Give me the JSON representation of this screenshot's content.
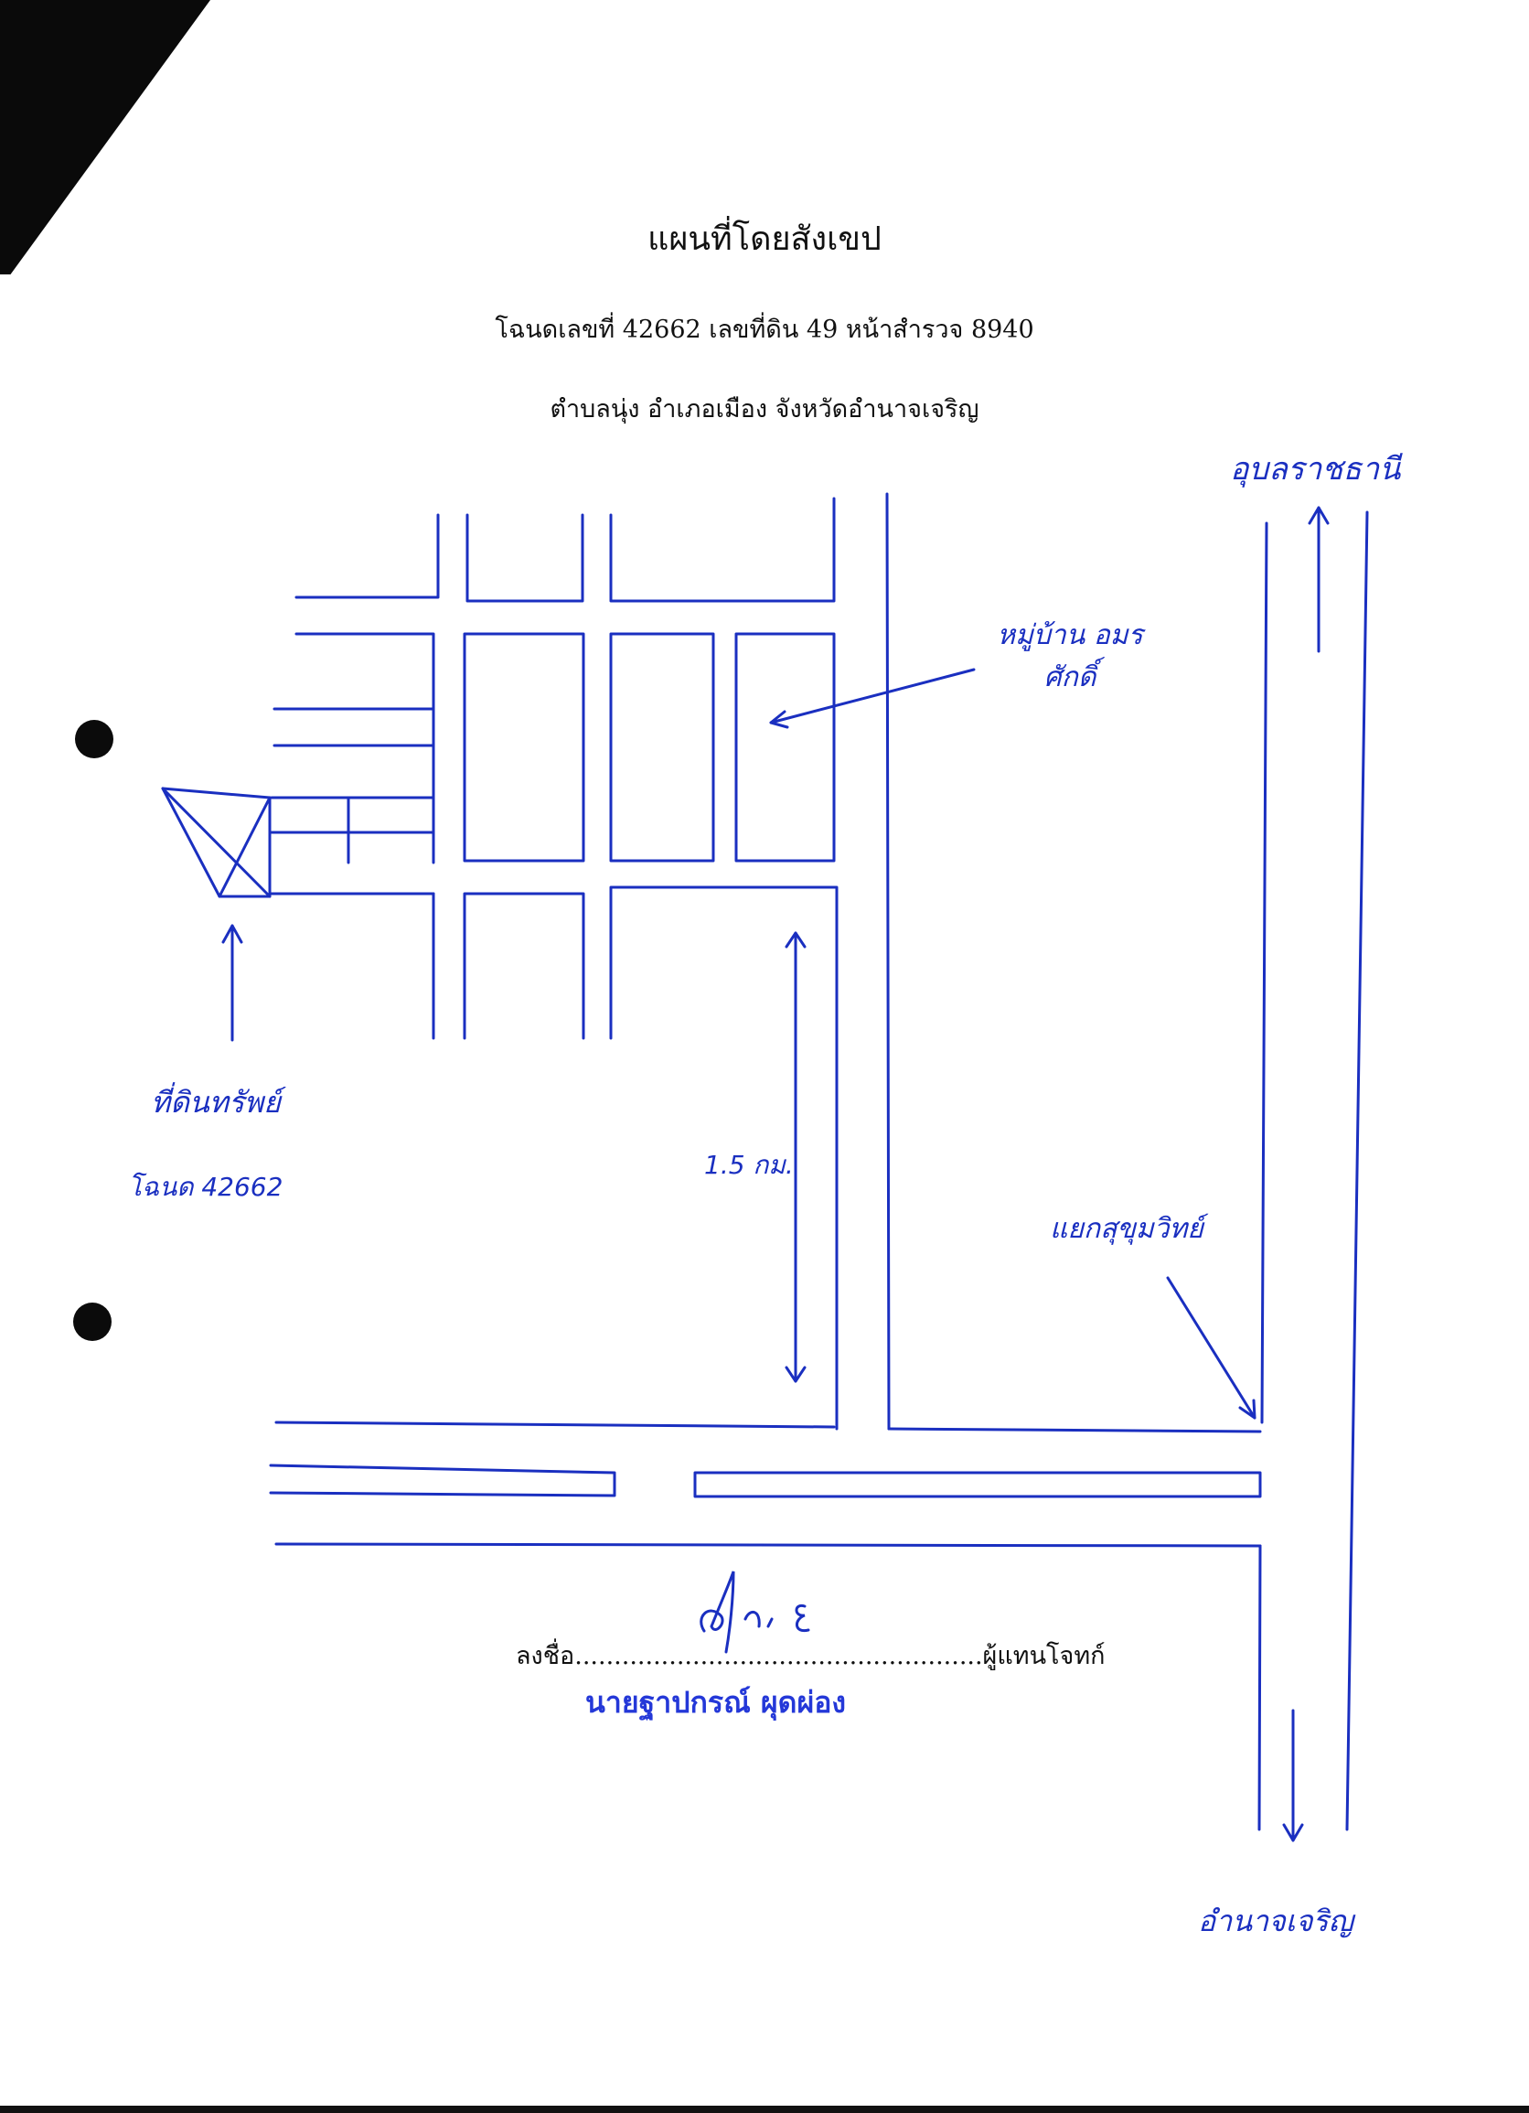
{
  "document": {
    "title": "แผนที่โดยสังเขป",
    "deed_line": "โฉนดเลขที่ 42662 เลขที่ดิน 49 หน้าสำรวจ 8940",
    "location_line": "ตำบลนุ่ง อำเภอเมือง จังหวัดอำนาจเจริญ"
  },
  "map_labels": {
    "north_destination": "อุบลราชธานี",
    "village": "หมู่บ้าน อมรศักดิ์",
    "property": "ที่ดินทรัพย์",
    "property_deed": "โฉนด 42662",
    "distance": "1.5 กม.",
    "junction": "แยกสุขุมวิทย์",
    "south_destination": "อำนาจเจริญ"
  },
  "signature_block": {
    "sign_line": "ลงชื่อ....................................................ผู้แทนโจทก์",
    "stamp_name": "นายฐาปกรณ์ ผุดผ่อง"
  },
  "colors": {
    "ink": "#1a2fc0",
    "stamp": "#2438d8",
    "print": "#111111"
  }
}
